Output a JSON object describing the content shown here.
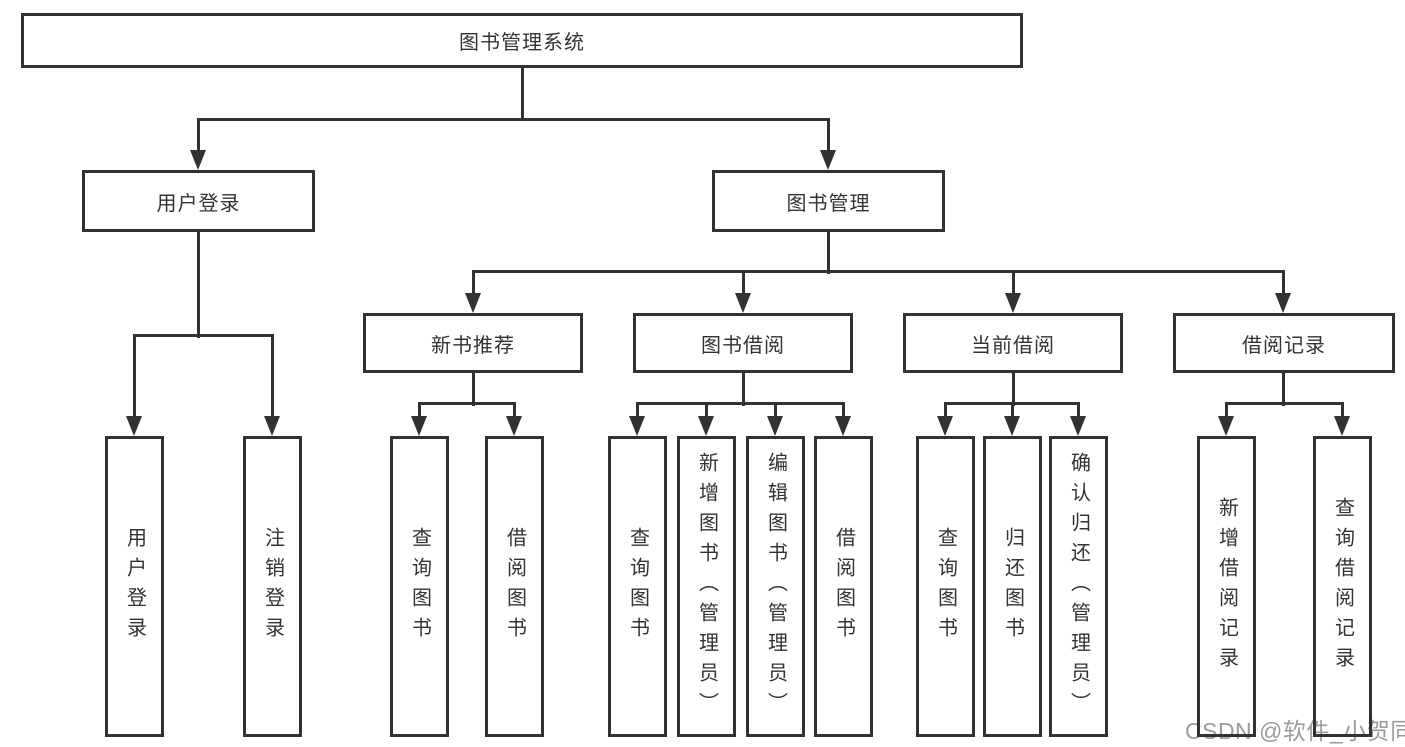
{
  "root": {
    "label": "图书管理系统"
  },
  "level2": {
    "user_login": "用户登录",
    "book_management": "图书管理"
  },
  "level3": {
    "new_book_rec": "新书推荐",
    "book_borrow": "图书借阅",
    "current_borrow": "当前借阅",
    "borrow_records": "借阅记录"
  },
  "leaves": {
    "user_login": [
      "用户登录",
      "注销登录"
    ],
    "new_book_rec": [
      "查询图书",
      "借阅图书"
    ],
    "book_borrow": [
      "查询图书",
      "新增图书（管理员）",
      "编辑图书（管理员）",
      "借阅图书"
    ],
    "current_borrow": [
      "查询图书",
      "归还图书",
      "确认归还（管理员）"
    ],
    "borrow_records": [
      "新增借阅记录",
      "查询借阅记录"
    ]
  },
  "watermark": "CSDN @软件_小贺同学",
  "colors": {
    "line": "#323232",
    "text": "#333333",
    "watermark": "#9b9b9b",
    "background": "#ffffff"
  }
}
